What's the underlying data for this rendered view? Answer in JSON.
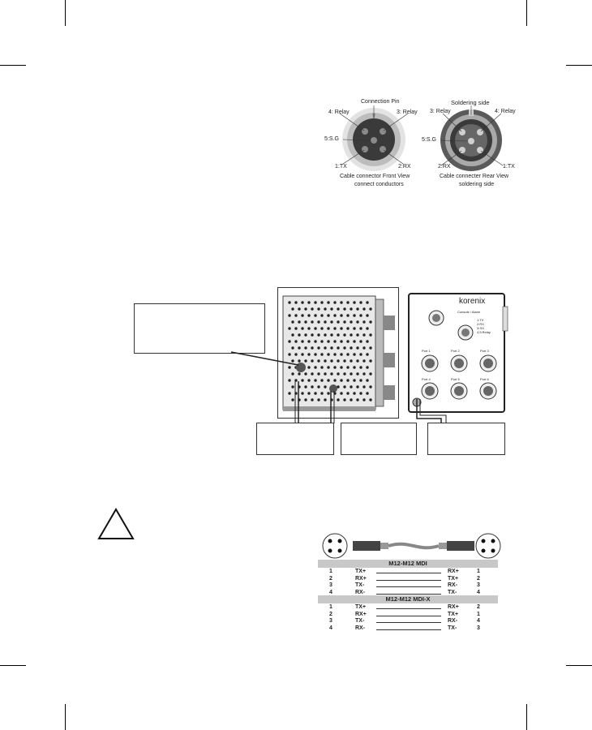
{
  "connector_front": {
    "top_label": "Connection Pin",
    "pin4": "4: Relay",
    "pin3": "3: Relay",
    "pin5": "5:S.G",
    "pin1": "1:TX",
    "pin2": "2:RX",
    "caption_line1": "Cable connector Front View",
    "caption_line2": "connect conductors"
  },
  "connector_rear": {
    "top_label": "Soldering side",
    "pin3": "3: Relay",
    "pin4": "4: Relay",
    "pin5": "5:S.G",
    "pin2": "2:RX",
    "pin1": "1:TX",
    "caption_line1": "Cable connecter Rear View",
    "caption_line2": "soldering side"
  },
  "device": {
    "brand": "korenix",
    "console_label": "Console / Alarm",
    "pin_legend": [
      "1:TX",
      "2:RX",
      "3:SG",
      "4,5:Relay"
    ],
    "ports_row1": [
      "Port 1",
      "Port 2",
      "Port 3"
    ],
    "ports_row2": [
      "Port 4",
      "Port 5",
      "Port 6"
    ]
  },
  "table": {
    "mdi_title": "M12-M12 MDI",
    "mdi_rows": [
      [
        "1",
        "TX+",
        "RX+",
        "1"
      ],
      [
        "2",
        "RX+",
        "TX+",
        "2"
      ],
      [
        "3",
        "TX-",
        "RX-",
        "3"
      ],
      [
        "4",
        "RX-",
        "TX-",
        "4"
      ]
    ],
    "mdix_title": "M12-M12 MDI-X",
    "mdix_rows": [
      [
        "1",
        "TX+",
        "RX+",
        "2"
      ],
      [
        "2",
        "RX+",
        "TX+",
        "1"
      ],
      [
        "3",
        "TX-",
        "RX-",
        "4"
      ],
      [
        "4",
        "RX-",
        "TX-",
        "3"
      ]
    ]
  },
  "warning_icon": "warning-triangle-icon"
}
